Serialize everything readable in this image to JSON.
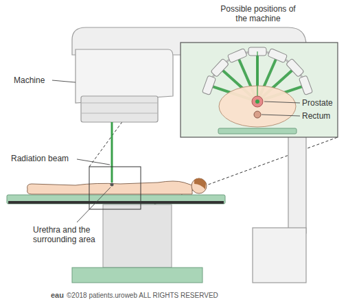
{
  "diagram": {
    "labels": [
      "Possible positions of the machine",
      "Machine",
      "Prostate",
      "Rectum",
      "Radiation beam",
      "Urethra and the surrounding area",
      "eau",
      "©2018 patients.uroweb ALL RIGHTS RESERVED"
    ]
  }
}
